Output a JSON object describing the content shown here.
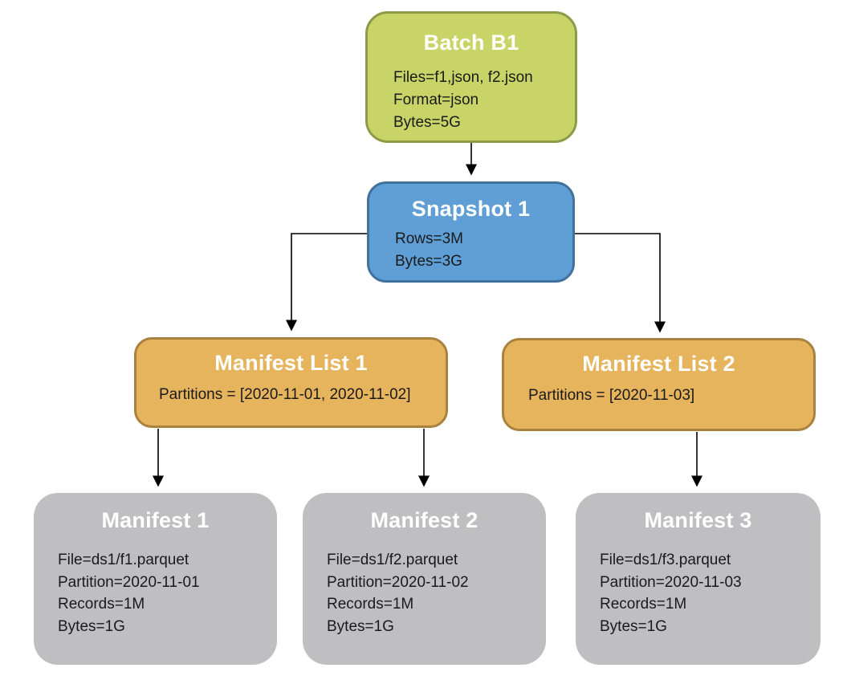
{
  "colors": {
    "green_fill": "#c8d468",
    "green_border": "#8d9b49",
    "blue_fill": "#5f9fd6",
    "blue_border": "#41719c",
    "orange_fill": "#e7b45e",
    "orange_border": "#a9823f",
    "gray_fill": "#bfbfc1",
    "edge_color": "#000000",
    "title_text": "#ffffff",
    "body_text": "#1a1a1a"
  },
  "nodes": [
    {
      "id": "batch-b1",
      "title": "Batch B1",
      "lines": [
        "Files=f1,json, f2.json",
        "Format=json",
        "Bytes=5G"
      ]
    },
    {
      "id": "snapshot-1",
      "title": "Snapshot 1",
      "lines": [
        "Rows=3M",
        "Bytes=3G"
      ]
    },
    {
      "id": "manifest-list-1",
      "title": "Manifest List 1",
      "lines": [
        "Partitions = [2020-11-01, 2020-11-02]"
      ]
    },
    {
      "id": "manifest-list-2",
      "title": "Manifest List 2",
      "lines": [
        "Partitions = [2020-11-03]"
      ]
    },
    {
      "id": "manifest-1",
      "title": "Manifest 1",
      "lines": [
        "File=ds1/f1.parquet",
        "Partition=2020-11-01",
        "Records=1M",
        "Bytes=1G"
      ]
    },
    {
      "id": "manifest-2",
      "title": "Manifest 2",
      "lines": [
        "File=ds1/f2.parquet",
        "Partition=2020-11-02",
        "Records=1M",
        "Bytes=1G"
      ]
    },
    {
      "id": "manifest-3",
      "title": "Manifest 3",
      "lines": [
        "File=ds1/f3.parquet",
        "Partition=2020-11-03",
        "Records=1M",
        "Bytes=1G"
      ]
    }
  ],
  "edges": [
    {
      "from": "batch-b1",
      "to": "snapshot-1"
    },
    {
      "from": "snapshot-1",
      "to": "manifest-list-1"
    },
    {
      "from": "snapshot-1",
      "to": "manifest-list-2"
    },
    {
      "from": "manifest-list-1",
      "to": "manifest-1"
    },
    {
      "from": "manifest-list-1",
      "to": "manifest-2"
    },
    {
      "from": "manifest-list-2",
      "to": "manifest-3"
    }
  ]
}
